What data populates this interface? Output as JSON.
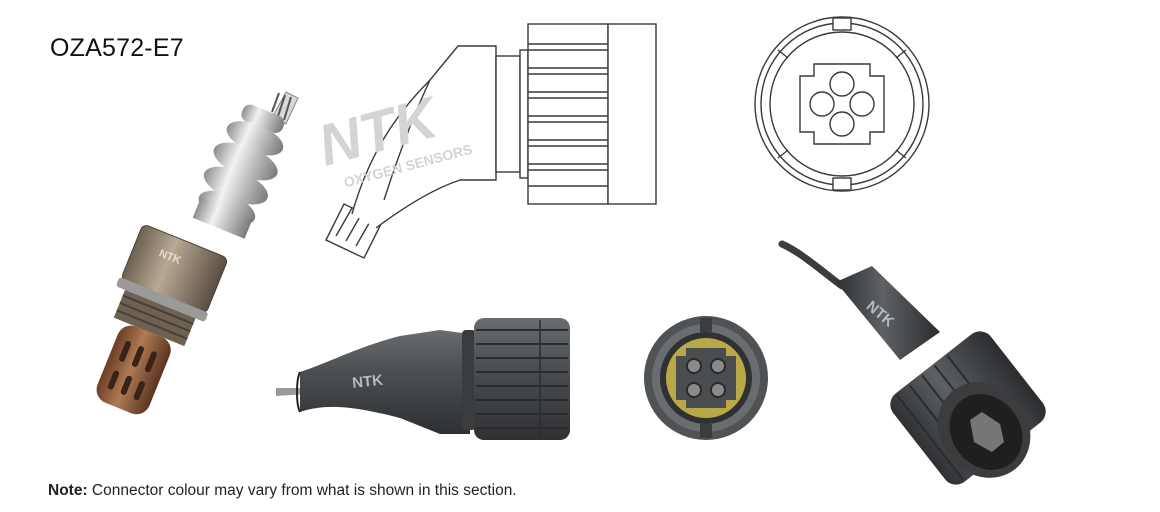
{
  "product": {
    "part_code": "OZA572-E7"
  },
  "note": {
    "label": "Note:",
    "text": " Connector colour may vary from what is shown in this section."
  },
  "watermark": {
    "brand": "NTK",
    "tagline": "OXYGEN SENSORS"
  },
  "connector_branding": {
    "side_view": "NTK",
    "angled_view": "NTK",
    "sensor_hex": "NTK"
  },
  "colors": {
    "line_drawing": "#3a3a3a",
    "watermark": "#d4d4d4",
    "connector_body": "#4a4d50",
    "connector_insert": "#b8a848",
    "sensor_metal": "#b9b9b9",
    "sensor_heat_tint": "#8a5a3c"
  }
}
